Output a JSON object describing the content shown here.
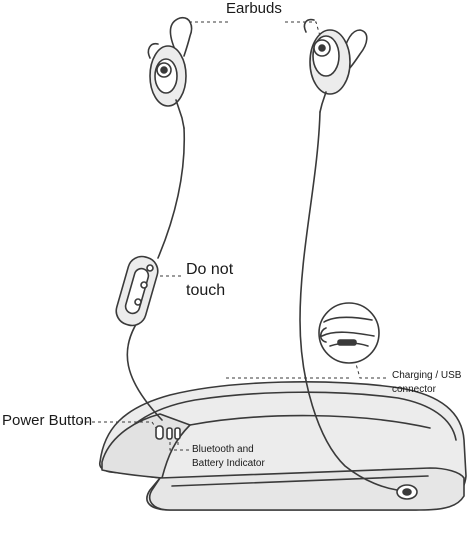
{
  "labels": {
    "earbuds": "Earbuds",
    "do_not_touch_line1": "Do not",
    "do_not_touch_line2": "touch",
    "power_button": "Power Button",
    "charging_line1": "Charging / USB",
    "charging_line2": "connector",
    "bluetooth_line1": "Bluetooth and",
    "bluetooth_line2": "Battery Indicator"
  },
  "colors": {
    "line": "#3a3a3a",
    "fill": "#ececec",
    "fill_dark": "#d6d6d6",
    "text": "#1a1a1a"
  }
}
